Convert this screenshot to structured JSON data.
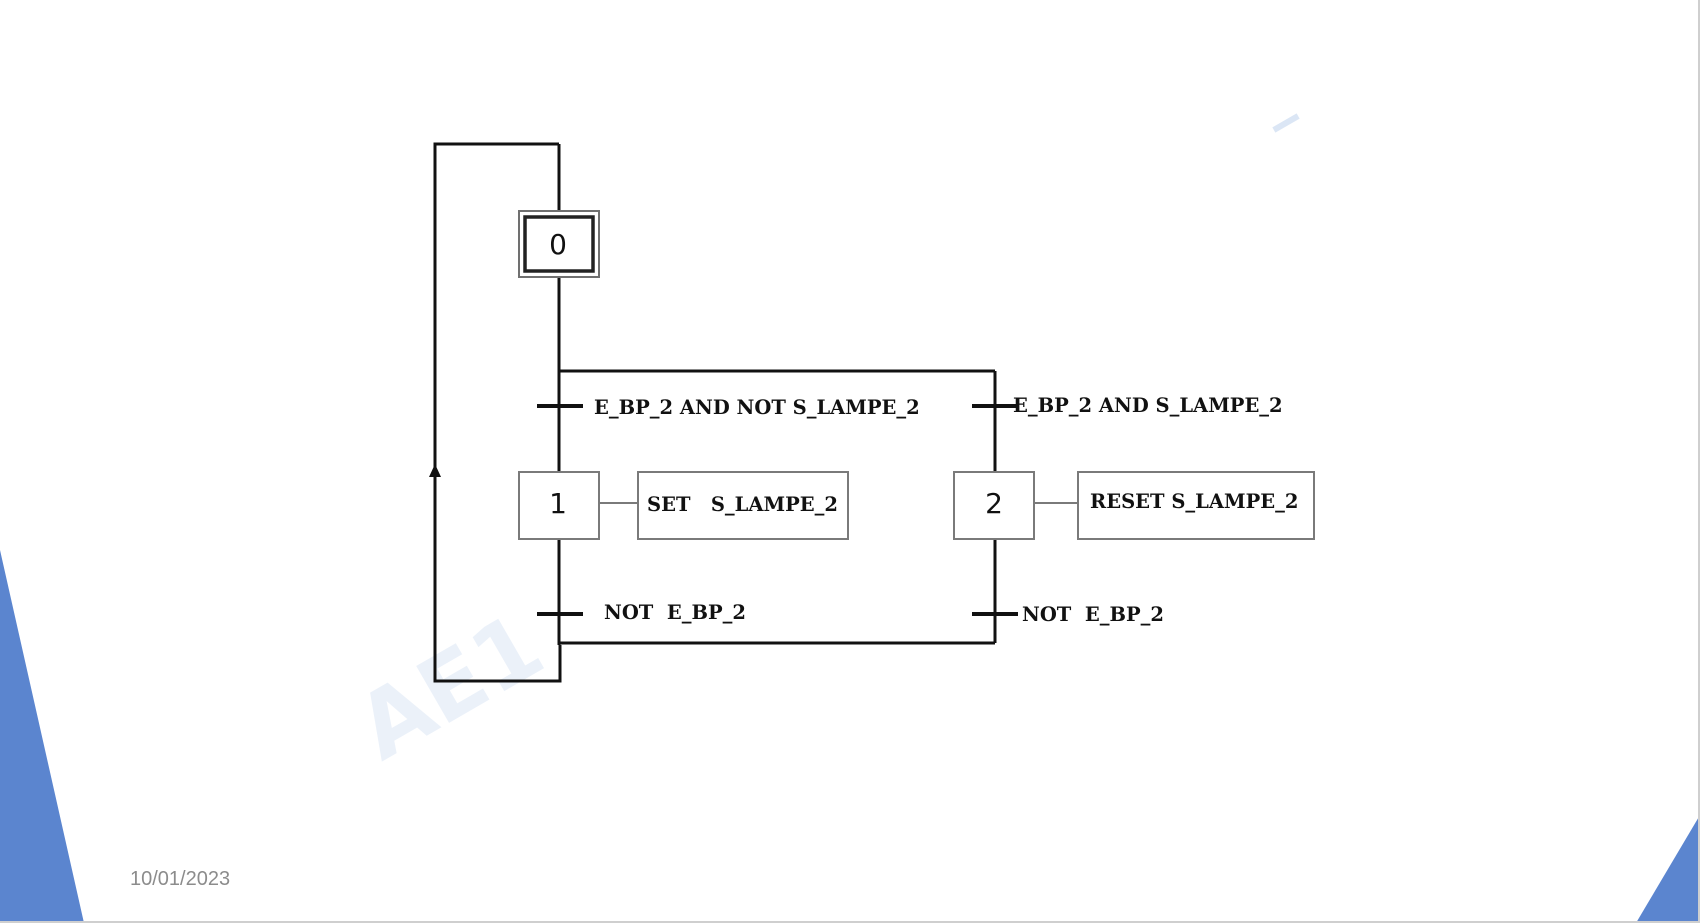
{
  "slide": {
    "date": "10/01/2023",
    "watermark": "AE1",
    "accent_color": "#5b85cf"
  },
  "diagram": {
    "steps": [
      {
        "id": "0",
        "initial": true
      },
      {
        "id": "1",
        "initial": false
      },
      {
        "id": "2",
        "initial": false
      }
    ],
    "actions": {
      "step1": "SET   S_LAMPE_2",
      "step2": "RESET S_LAMPE_2"
    },
    "transitions": {
      "t0_1": "E_BP_2 AND NOT S_LAMPE_2",
      "t0_2": "E_BP_2 AND S_LAMPE_2",
      "t1_0": "NOT  E_BP_2",
      "t2_0": "NOT  E_BP_2"
    }
  }
}
